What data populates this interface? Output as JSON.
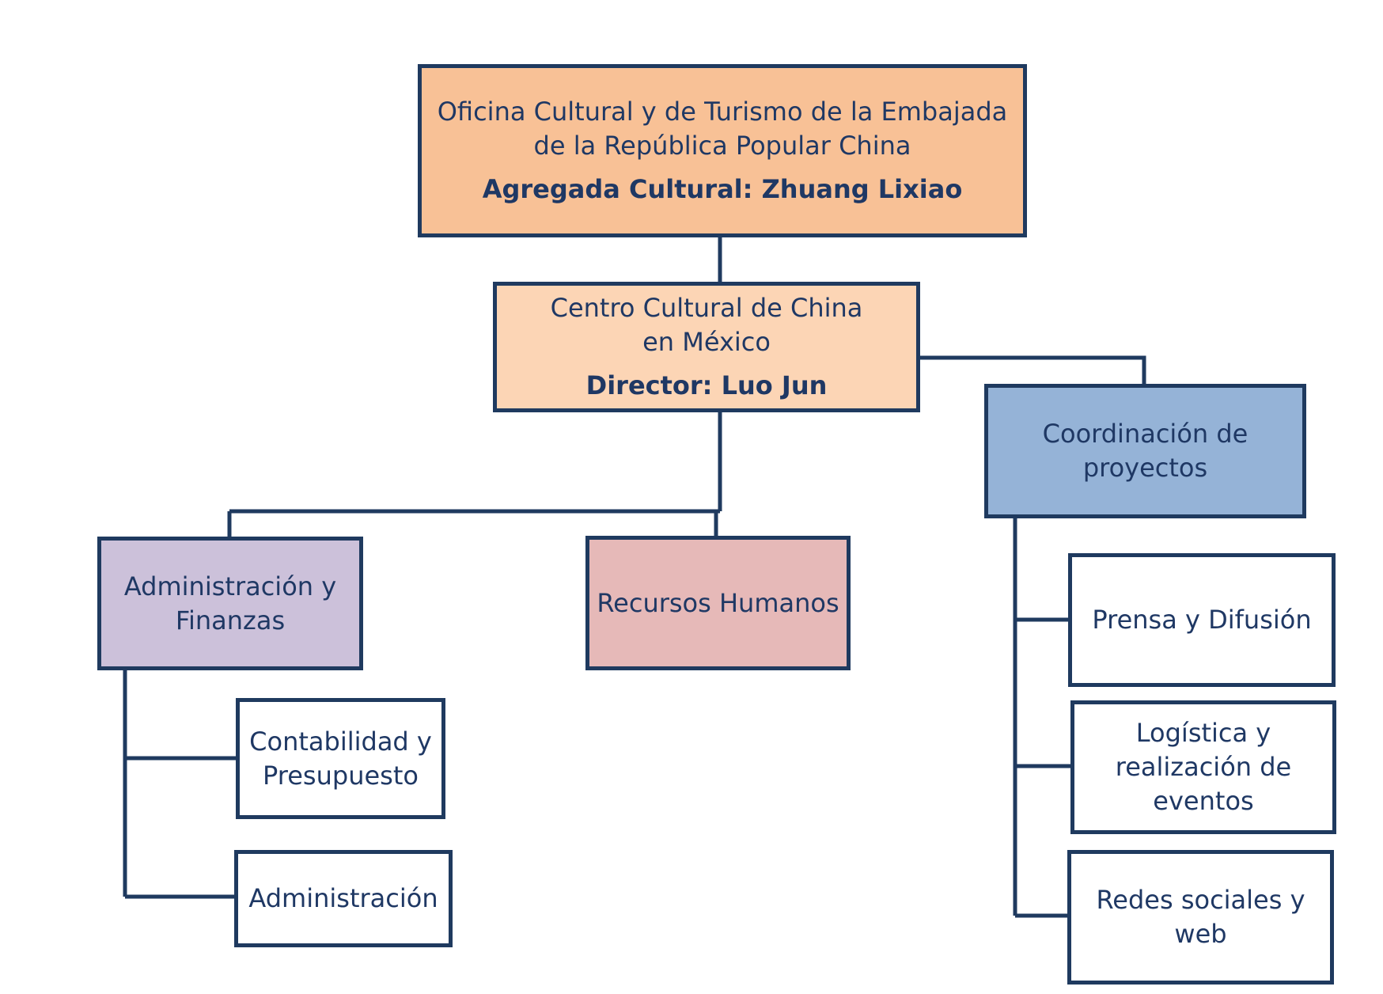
{
  "colors": {
    "border": "#1f3a5f",
    "text": "#1f3864",
    "root_fill": "#f8c196",
    "center_fill": "#fcd5b5",
    "coordination_fill": "#95b3d7",
    "admin_fill": "#ccc1da",
    "hr_fill": "#e6b9b8",
    "leaf_fill": "#ffffff"
  },
  "nodes": {
    "root": {
      "title": "Oficina Cultural y de Turismo de la Embajada de la República Popular China",
      "subtitle": "Agregada Cultural: Zhuang Lixiao"
    },
    "center": {
      "title": "Centro Cultural de China en México",
      "subtitle": "Director: Luo Jun"
    },
    "coordination": {
      "title": "Coordinación de proyectos"
    },
    "admin_finance": {
      "title": "Administración y Finanzas"
    },
    "human_resources": {
      "title": "Recursos Humanos"
    },
    "accounting": {
      "title": "Contabilidad y Presupuesto"
    },
    "administration": {
      "title": "Administración"
    },
    "press": {
      "title": "Prensa y Difusión"
    },
    "logistics": {
      "title": "Logística y realización de eventos"
    },
    "social_web": {
      "title": "Redes sociales y web"
    }
  }
}
